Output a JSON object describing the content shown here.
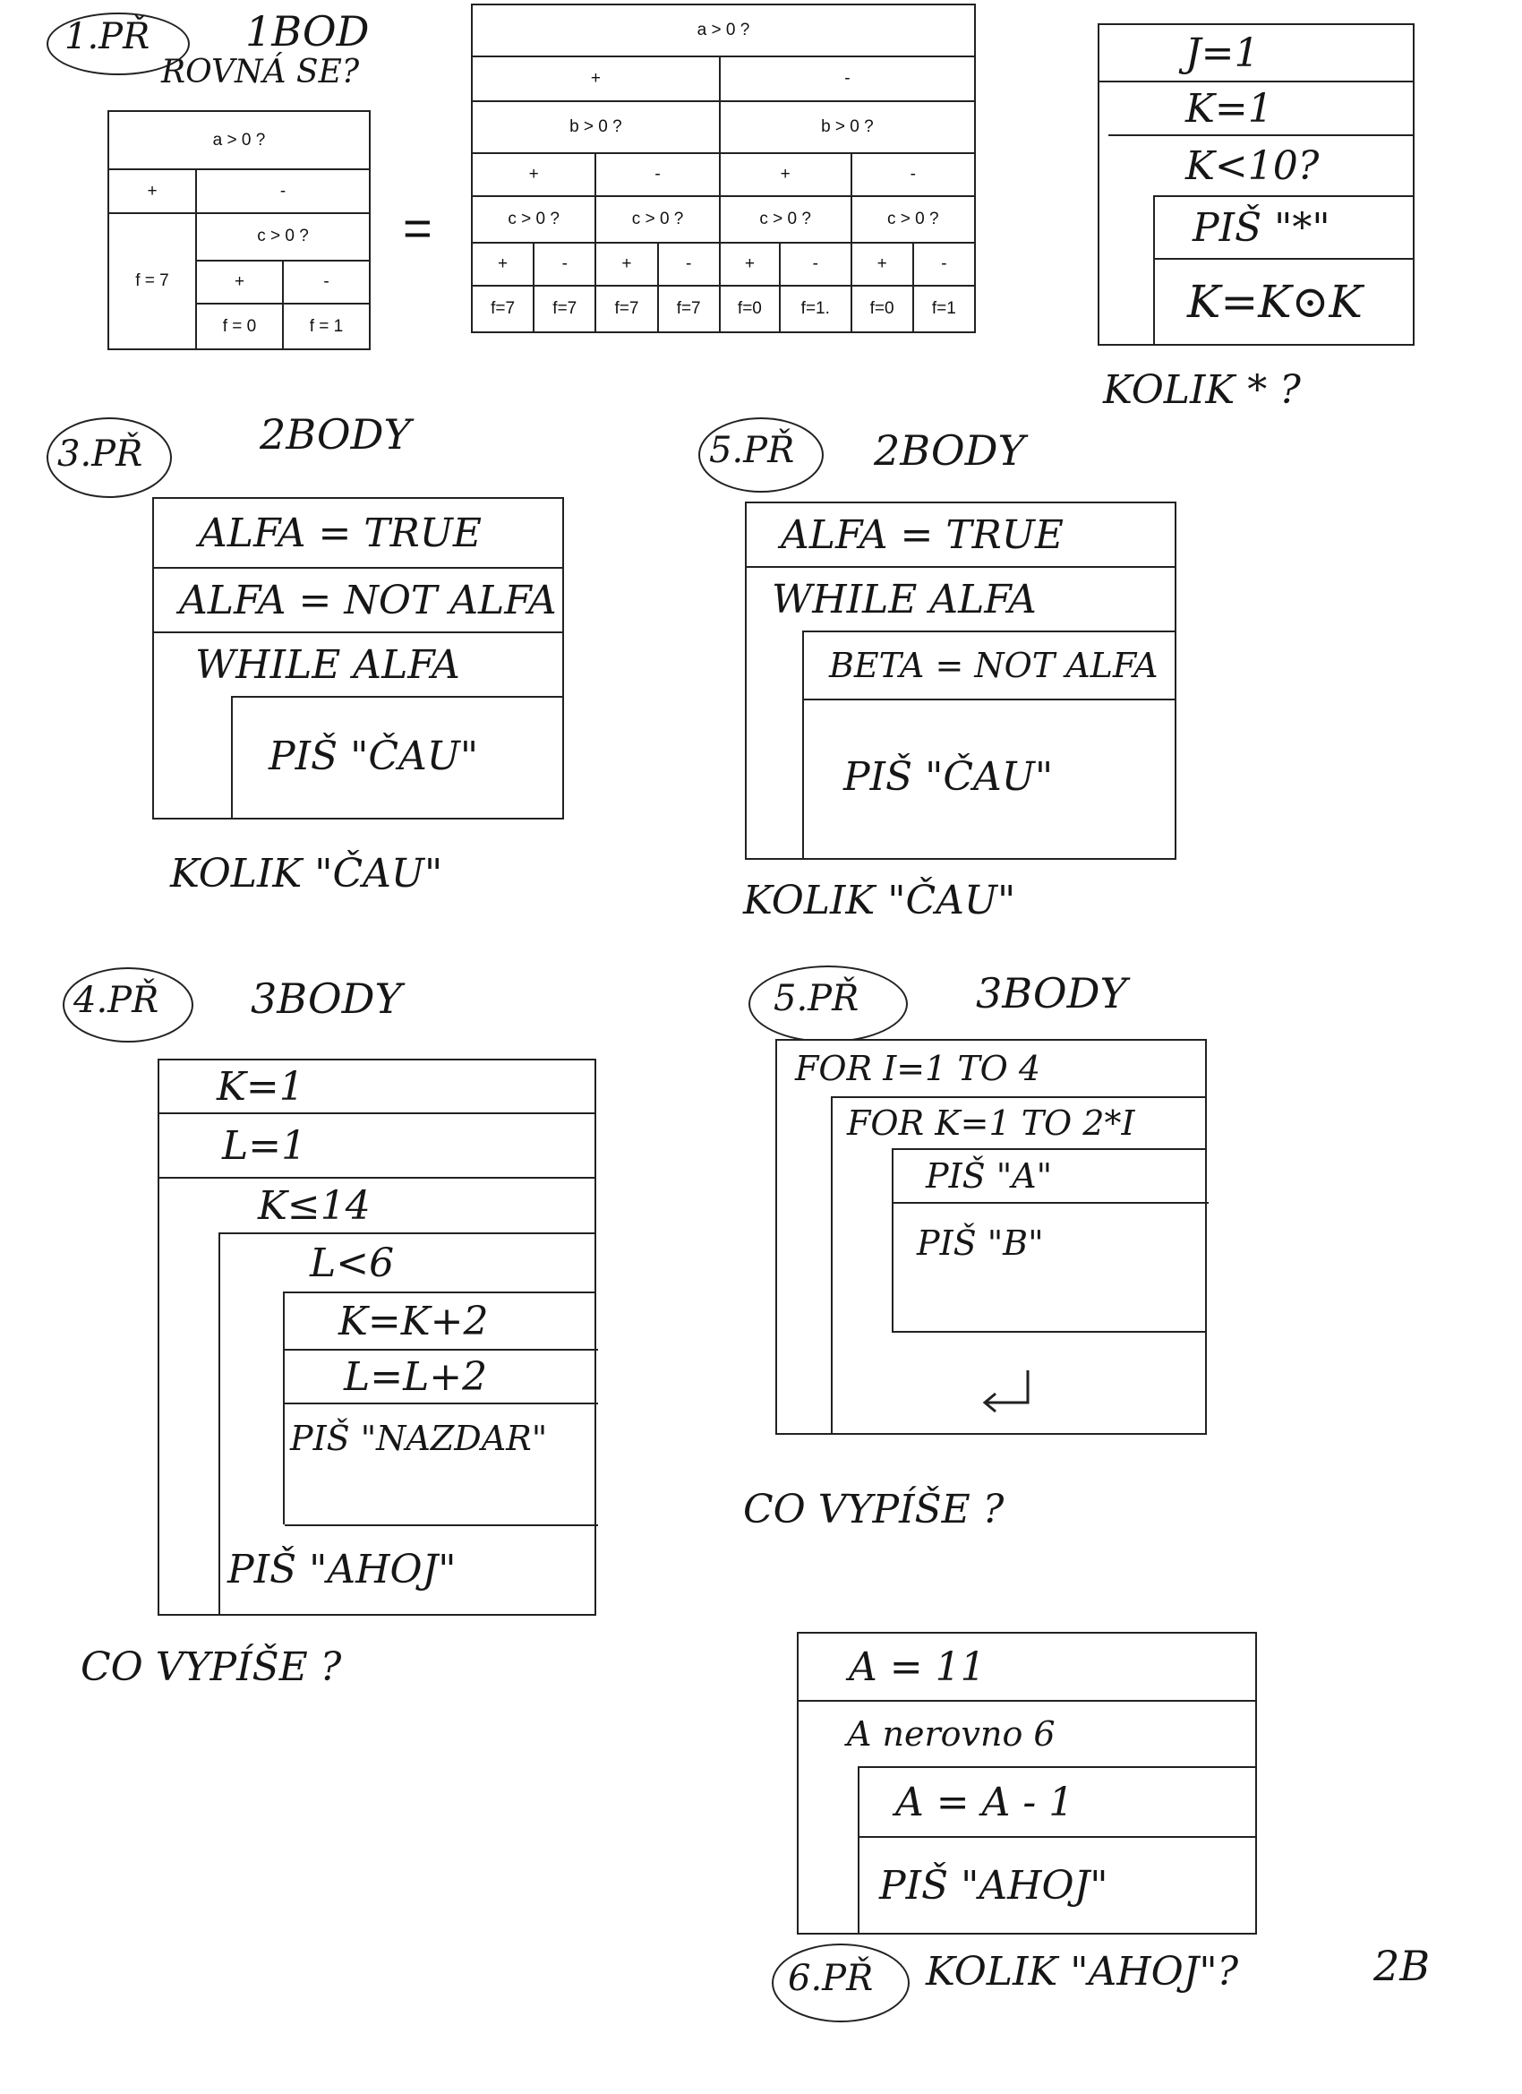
{
  "ex1": {
    "label": "1.PŘ",
    "points": "1BOD",
    "question": "ROVNÁ SE?",
    "equals": "=",
    "left": {
      "head": "a > 0 ?",
      "plus": "+",
      "minus": "-",
      "c_head": "c > 0 ?",
      "f7": "f = 7",
      "f0": "f = 0",
      "f1": "f = 1"
    },
    "right": {
      "head": "a > 0 ?",
      "plus": "+",
      "minus": "-",
      "b_head": "b > 0 ?",
      "c_head": "c > 0 ?",
      "results": [
        "f=7",
        "f=7",
        "f=7",
        "f=7",
        "f=0",
        "f=1.",
        "f=0",
        "f=1"
      ]
    }
  },
  "ex2": {
    "rows": [
      "J=1",
      "K=1",
      "K<10?",
      "PIŠ \"*\"",
      "K=K⊙K"
    ],
    "question": "KOLIK * ?"
  },
  "ex3": {
    "label": "3.PŘ",
    "points": "2BODY",
    "rows": [
      "ALFA = TRUE",
      "ALFA = NOT ALFA",
      "WHILE ALFA",
      "PIŠ \"ČAU\""
    ],
    "question": "KOLIK \"ČAU\""
  },
  "ex5a": {
    "label": "5.PŘ",
    "points": "2BODY",
    "rows": [
      "ALFA = TRUE",
      "WHILE ALFA",
      "BETA = NOT ALFA",
      "PIŠ \"ČAU\""
    ],
    "question": "KOLIK \"ČAU\""
  },
  "ex4": {
    "label": "4.PŘ",
    "points": "3BODY",
    "rows": [
      "K=1",
      "L=1",
      "K≤14",
      "L<6",
      "K=K+2",
      "L=L+2",
      "PIŠ \"NAZDAR\"",
      "PIŠ \"AHOJ\""
    ],
    "question": "CO VYPÍŠE ?"
  },
  "ex5b": {
    "label": "5.PŘ",
    "points": "3BODY",
    "rows": [
      "FOR I=1 TO 4",
      "FOR K=1 TO 2*I",
      "PIŠ \"A\"",
      "PIŠ \"B\""
    ],
    "question": "CO VYPÍŠE ?"
  },
  "ex6": {
    "label": "6.PŘ",
    "points": "2B",
    "rows": [
      "A = 11",
      "A nerovno 6",
      "A = A - 1",
      "PIŠ \"AHOJ\""
    ],
    "question": "KOLIK \"AHOJ\"?"
  }
}
